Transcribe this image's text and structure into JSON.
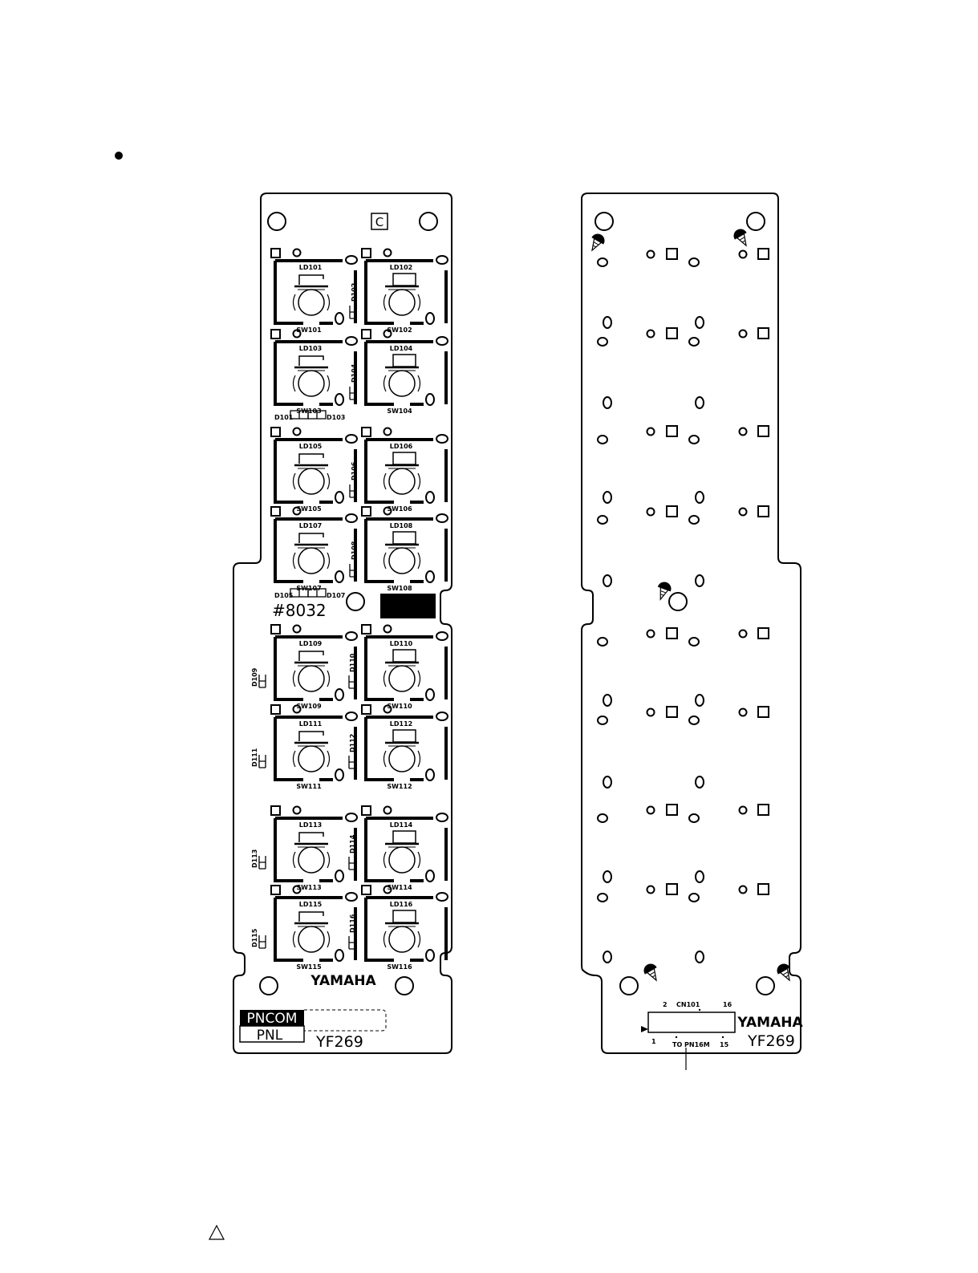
{
  "board_front": {
    "corner_mark": "C",
    "part_number": "#8032",
    "brand": "YAMAHA",
    "model": "YF269",
    "label_inverted": "PNCOM",
    "label_plain": "PNL",
    "keys": [
      {
        "led": "LD101",
        "sw": "SW101",
        "diode": "D102"
      },
      {
        "led": "LD102",
        "sw": "SW102",
        "diode": ""
      },
      {
        "led": "LD103",
        "sw": "SW103",
        "diode": "D104"
      },
      {
        "led": "LD104",
        "sw": "SW104",
        "diode": ""
      },
      {
        "led": "LD105",
        "sw": "SW105",
        "diode": "D106"
      },
      {
        "led": "LD106",
        "sw": "SW106",
        "diode": ""
      },
      {
        "led": "LD107",
        "sw": "SW107",
        "diode": "D108"
      },
      {
        "led": "LD108",
        "sw": "SW108",
        "diode": ""
      },
      {
        "led": "LD109",
        "sw": "SW109",
        "diode": "D109"
      },
      {
        "led": "LD110",
        "sw": "SW110",
        "diode": "D110"
      },
      {
        "led": "LD111",
        "sw": "SW111",
        "diode": "D111"
      },
      {
        "led": "LD112",
        "sw": "SW112",
        "diode": "D112"
      },
      {
        "led": "LD113",
        "sw": "SW113",
        "diode": "D113"
      },
      {
        "led": "LD114",
        "sw": "SW114",
        "diode": "D114"
      },
      {
        "led": "LD115",
        "sw": "SW115",
        "diode": "D115"
      },
      {
        "led": "LD116",
        "sw": "SW116",
        "diode": "D116"
      }
    ],
    "diode_pairs": [
      {
        "left": "D101",
        "right": "D103"
      },
      {
        "left": "D105",
        "right": "D107"
      }
    ]
  },
  "board_back": {
    "brand": "YAMAHA",
    "model": "YF269",
    "connector": {
      "name": "CN101",
      "pin_top_left": "2",
      "pin_top_right": "16",
      "pin_bottom_left": "1",
      "pin_bottom_right": "15",
      "destination": "TO PN16M"
    }
  },
  "colors": {
    "ink": "#000000",
    "paper": "#ffffff"
  }
}
